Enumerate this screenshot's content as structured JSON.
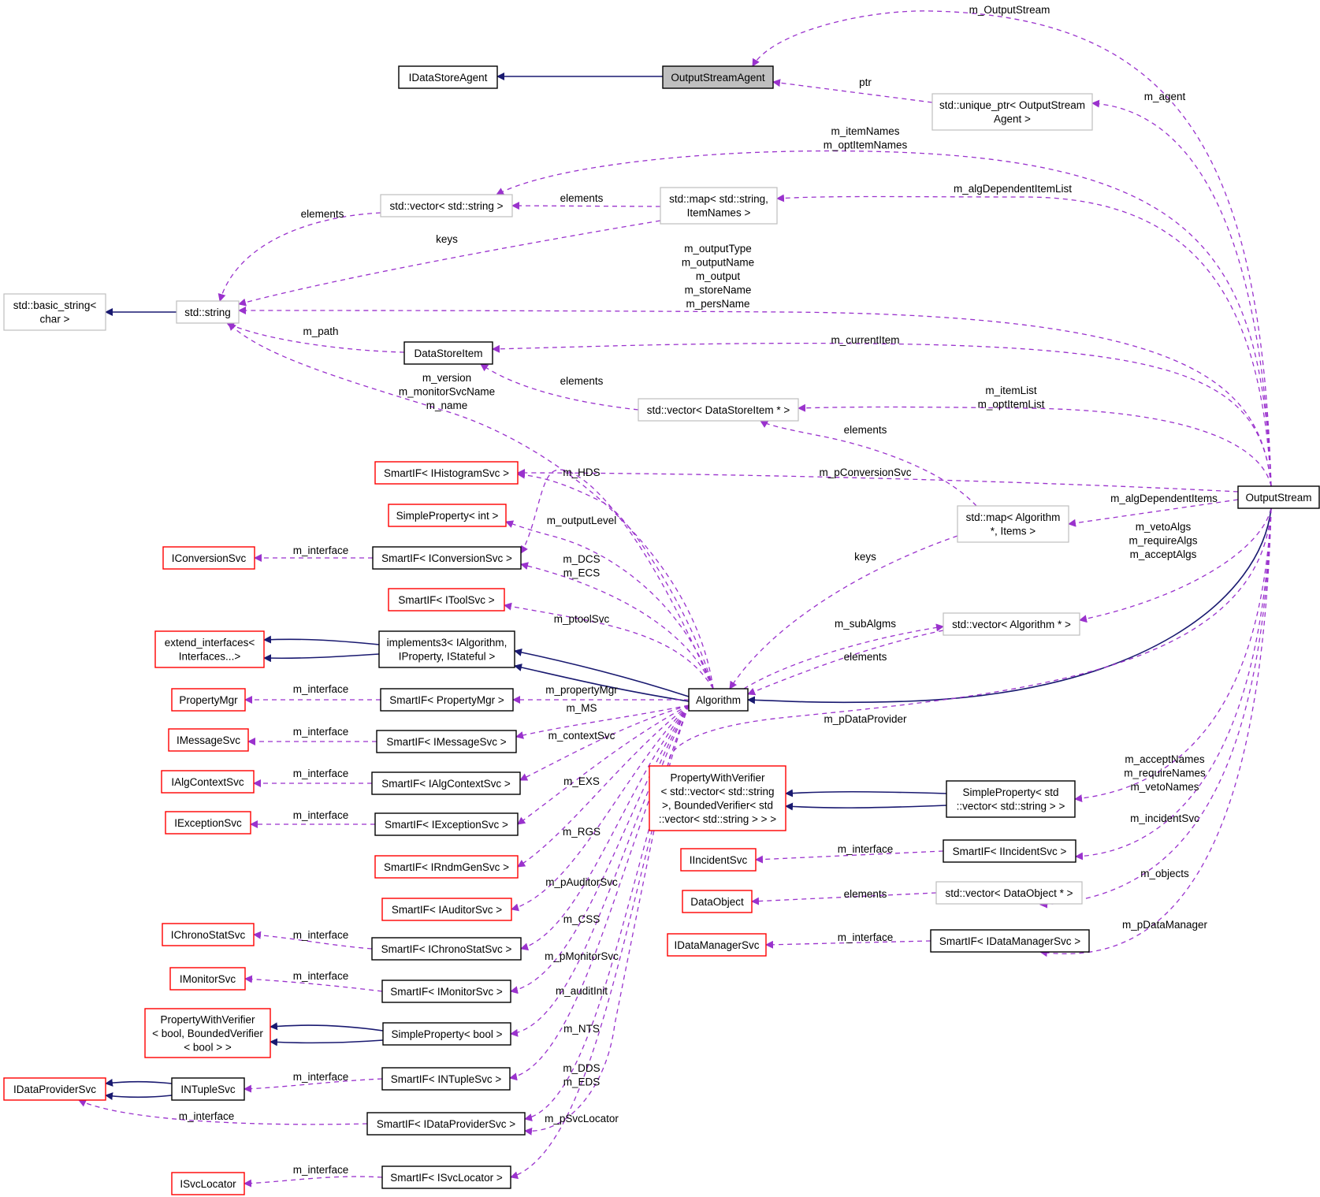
{
  "colors": {
    "inheritance": "#191970",
    "usage": "#9a32cd",
    "border_black": "#000000",
    "border_red": "#ff0000",
    "border_gray": "#bfbfbf",
    "focus_fill": "#bfbfbf"
  },
  "nodes": {
    "IDataStoreAgent": [
      "IDataStoreAgent"
    ],
    "OutputStreamAgent": [
      "OutputStreamAgent"
    ],
    "unique_ptr": [
      "std::unique_ptr< OutputStream",
      "Agent >"
    ],
    "vector_string": [
      "std::vector< std::string >"
    ],
    "map_string_itemnames": [
      "std::map< std::string,",
      "ItemNames >"
    ],
    "basic_string": [
      "std::basic_string<",
      "char >"
    ],
    "std_string": [
      "std::string"
    ],
    "DataStoreItem": [
      "DataStoreItem"
    ],
    "vector_datastoreitem": [
      "std::vector< DataStoreItem * >"
    ],
    "SmartIF_IHistogramSvc": [
      "SmartIF< IHistogramSvc >"
    ],
    "SimpleProperty_int": [
      "SimpleProperty< int >"
    ],
    "IConversionSvc": [
      "IConversionSvc"
    ],
    "SmartIF_IConversionSvc": [
      "SmartIF< IConversionSvc >"
    ],
    "map_algorithm_items": [
      "std::map< Algorithm",
      "*, Items >"
    ],
    "OutputStream": [
      "OutputStream"
    ],
    "SmartIF_IToolSvc": [
      "SmartIF< IToolSvc >"
    ],
    "vector_algorithm": [
      "std::vector< Algorithm * >"
    ],
    "extend_interfaces": [
      "extend_interfaces<",
      "Interfaces...>"
    ],
    "implements3": [
      "implements3< IAlgorithm,",
      "IProperty, IStateful >"
    ],
    "PropertyMgr": [
      "PropertyMgr"
    ],
    "SmartIF_PropertyMgr": [
      "SmartIF< PropertyMgr >"
    ],
    "Algorithm": [
      "Algorithm"
    ],
    "IMessageSvc": [
      "IMessageSvc"
    ],
    "SmartIF_IMessageSvc": [
      "SmartIF< IMessageSvc >"
    ],
    "IAlgContextSvc": [
      "IAlgContextSvc"
    ],
    "SmartIF_IAlgContextSvc": [
      "SmartIF< IAlgContextSvc >"
    ],
    "PWV_vector_string": [
      "PropertyWithVerifier",
      "< std::vector< std::string",
      ">, BoundedVerifier< std",
      "::vector< std::string > > >"
    ],
    "SimpleProperty_vector_string": [
      "SimpleProperty< std",
      "::vector< std::string > >"
    ],
    "IExceptionSvc": [
      "IExceptionSvc"
    ],
    "SmartIF_IExceptionSvc": [
      "SmartIF< IExceptionSvc >"
    ],
    "IIncidentSvc": [
      "IIncidentSvc"
    ],
    "SmartIF_IIncidentSvc": [
      "SmartIF< IIncidentSvc >"
    ],
    "SmartIF_IRndmGenSvc": [
      "SmartIF< IRndmGenSvc >"
    ],
    "DataObject": [
      "DataObject"
    ],
    "vector_dataobject": [
      "std::vector< DataObject * >"
    ],
    "SmartIF_IAuditorSvc": [
      "SmartIF< IAuditorSvc >"
    ],
    "IChronoStatSvc": [
      "IChronoStatSvc"
    ],
    "SmartIF_IChronoStatSvc": [
      "SmartIF< IChronoStatSvc >"
    ],
    "IDataManagerSvc": [
      "IDataManagerSvc"
    ],
    "SmartIF_IDataManagerSvc": [
      "SmartIF< IDataManagerSvc >"
    ],
    "IMonitorSvc": [
      "IMonitorSvc"
    ],
    "SmartIF_IMonitorSvc": [
      "SmartIF< IMonitorSvc >"
    ],
    "PWV_bool": [
      "PropertyWithVerifier",
      "< bool, BoundedVerifier",
      "< bool > >"
    ],
    "SimpleProperty_bool": [
      "SimpleProperty< bool >"
    ],
    "IDataProviderSvc": [
      "IDataProviderSvc"
    ],
    "INTupleSvc": [
      "INTupleSvc"
    ],
    "SmartIF_INTupleSvc": [
      "SmartIF< INTupleSvc >"
    ],
    "SmartIF_IDataProviderSvc": [
      "SmartIF< IDataProviderSvc >"
    ],
    "ISvcLocator": [
      "ISvcLocator"
    ],
    "SmartIF_ISvcLocator": [
      "SmartIF< ISvcLocator >"
    ]
  },
  "edge_labels": {
    "m_OutputStream": [
      "m_OutputStream"
    ],
    "ptr": [
      "ptr"
    ],
    "m_agent": [
      "m_agent"
    ],
    "m_itemNames": [
      "m_itemNames",
      "m_optItemNames"
    ],
    "elements_vs": [
      "elements"
    ],
    "elements_map": [
      "elements"
    ],
    "m_algDependentItemList": [
      "m_algDependentItemList"
    ],
    "keys_top": [
      "keys"
    ],
    "m_outputType": [
      "m_outputType",
      "m_outputName",
      "m_output",
      "m_storeName",
      "m_persName"
    ],
    "m_path": [
      "m_path"
    ],
    "m_currentItem": [
      "m_currentItem"
    ],
    "elements_dsi": [
      "elements"
    ],
    "m_version": [
      "m_version",
      "m_monitorSvcName",
      "m_name"
    ],
    "m_itemList": [
      "m_itemList",
      "m_optItemList"
    ],
    "elements_map_alg": [
      "elements"
    ],
    "m_HDS": [
      "m_HDS"
    ],
    "m_pConversionSvc": [
      "m_pConversionSvc"
    ],
    "m_algDependentItems": [
      "m_algDependentItems"
    ],
    "m_outputLevel": [
      "m_outputLevel"
    ],
    "m_interface_conv": [
      "m_interface"
    ],
    "m_vetoAlgs": [
      "m_vetoAlgs",
      "m_requireAlgs",
      "m_acceptAlgs"
    ],
    "keys_bottom": [
      "keys"
    ],
    "m_DCS": [
      "m_DCS",
      "m_ECS"
    ],
    "m_ptoolSvc": [
      "m_ptoolSvc"
    ],
    "m_subAlgms": [
      "m_subAlgms"
    ],
    "elements_valg": [
      "elements"
    ],
    "m_interface_pm": [
      "m_interface"
    ],
    "m_propertyMgr": [
      "m_propertyMgr"
    ],
    "m_MS": [
      "m_MS"
    ],
    "m_pDataProvider": [
      "m_pDataProvider"
    ],
    "m_interface_ms": [
      "m_interface"
    ],
    "m_contextSvc": [
      "m_contextSvc"
    ],
    "m_acceptNames": [
      "m_acceptNames",
      "m_requireNames",
      "m_vetoNames"
    ],
    "m_interface_ac": [
      "m_interface"
    ],
    "m_EXS": [
      "m_EXS"
    ],
    "m_incidentSvc": [
      "m_incidentSvc"
    ],
    "m_interface_ex": [
      "m_interface"
    ],
    "m_interface_inc": [
      "m_interface"
    ],
    "m_RGS": [
      "m_RGS"
    ],
    "m_objects": [
      "m_objects"
    ],
    "elements_do": [
      "elements"
    ],
    "m_pAuditorSvc": [
      "m_pAuditorSvc"
    ],
    "m_pDataManager": [
      "m_pDataManager"
    ],
    "m_CSS": [
      "m_CSS"
    ],
    "m_interface_cs": [
      "m_interface"
    ],
    "m_interface_dm": [
      "m_interface"
    ],
    "m_pMonitorSvc": [
      "m_pMonitorSvc"
    ],
    "m_interface_mon": [
      "m_interface"
    ],
    "m_auditInit": [
      "m_auditInit"
    ],
    "m_NTS": [
      "m_NTS"
    ],
    "m_interface_nt": [
      "m_interface"
    ],
    "m_DDS": [
      "m_DDS",
      "m_EDS"
    ],
    "m_interface_dp": [
      "m_interface"
    ],
    "m_pSvcLocator": [
      "m_pSvcLocator"
    ],
    "m_interface_sl": [
      "m_interface"
    ]
  }
}
